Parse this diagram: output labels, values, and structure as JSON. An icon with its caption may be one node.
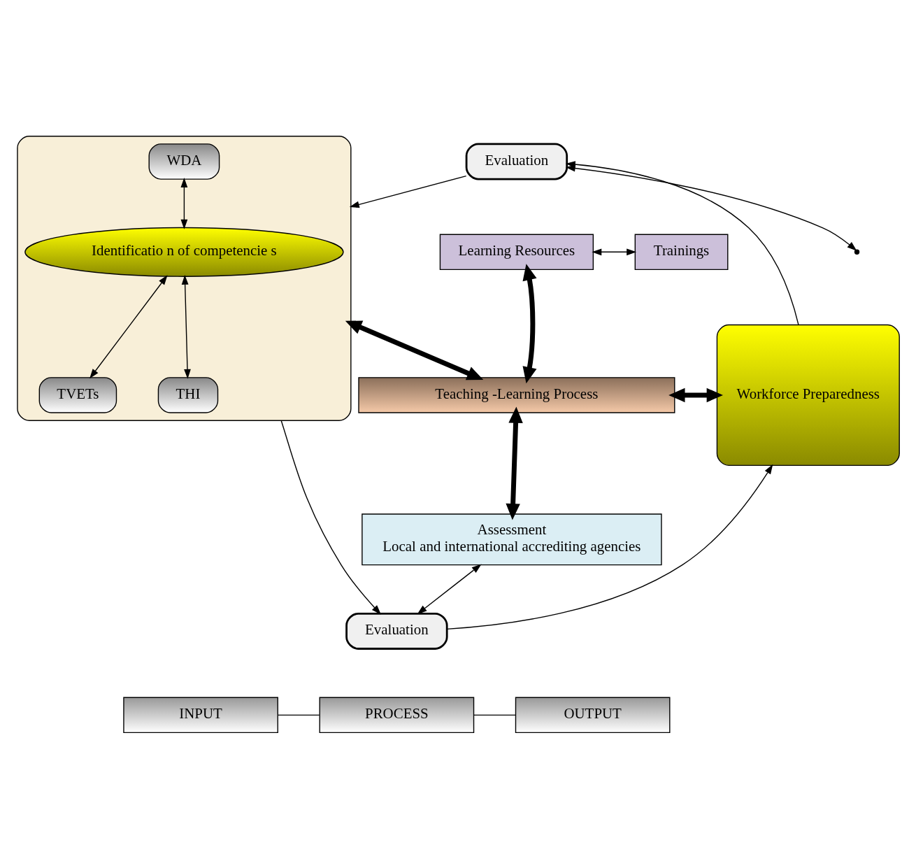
{
  "diagram": {
    "nodes": [
      {
        "text": [
          "Evaluation"
        ]
      },
      {
        "text": [],
        "shape": "box"
      },
      {
        "text": [
          "WDA"
        ],
        "in": 1
      },
      {
        "text": [
          "Identificatio n of competencie s"
        ],
        "in": 1
      },
      {
        "text": [
          "TVETs"
        ],
        "in": 1
      },
      {
        "text": [
          "THI"
        ],
        "in": 1
      },
      {
        "text": [
          "Learning Resources"
        ]
      },
      {
        "text": [
          "Trainings"
        ]
      },
      {
        "text": [
          "Teaching -Learning Process"
        ]
      },
      {
        "text": [
          "Workforce Preparedness"
        ]
      },
      {
        "text": [
          "Assessment",
          "Local and international accrediting agencies"
        ]
      },
      {
        "text": [
          "Evaluation"
        ]
      },
      {
        "text": [
          "INPUT"
        ]
      },
      {
        "text": [
          "PROCESS"
        ]
      },
      {
        "text": [
          "OUTPUT"
        ]
      }
    ],
    "edges": [
      {
        "from": 0,
        "to": 1,
        "arrow": "to"
      },
      {
        "from": 0,
        "to": null,
        "arrow": "both"
      },
      {
        "from": 6,
        "to": 7,
        "arrow": "both"
      },
      {
        "from": 8,
        "to": 6,
        "arrow": "both",
        "style": "thick"
      },
      {
        "from": 2,
        "to": 3,
        "arrow": "both"
      },
      {
        "from": 3,
        "to": 4,
        "arrow": "both"
      },
      {
        "from": 3,
        "to": 5,
        "arrow": "both"
      },
      {
        "from": 1,
        "to": 8,
        "arrow": "both",
        "style": "thick"
      },
      {
        "from": 8,
        "to": 9,
        "arrow": "both",
        "style": "thick"
      },
      {
        "from": 8,
        "to": 10,
        "arrow": "both",
        "style": "thick"
      },
      {
        "from": 10,
        "to": 11,
        "arrow": "both"
      },
      {
        "from": 1,
        "to": 11,
        "arrow": "to"
      },
      {
        "from": 11,
        "to": 9,
        "arrow": "to"
      },
      {
        "from": 9,
        "to": 0,
        "arrow": "to"
      },
      {
        "from": 12,
        "to": 13,
        "arrow": "none"
      },
      {
        "from": 13,
        "to": 14,
        "arrow": "none"
      }
    ]
  }
}
